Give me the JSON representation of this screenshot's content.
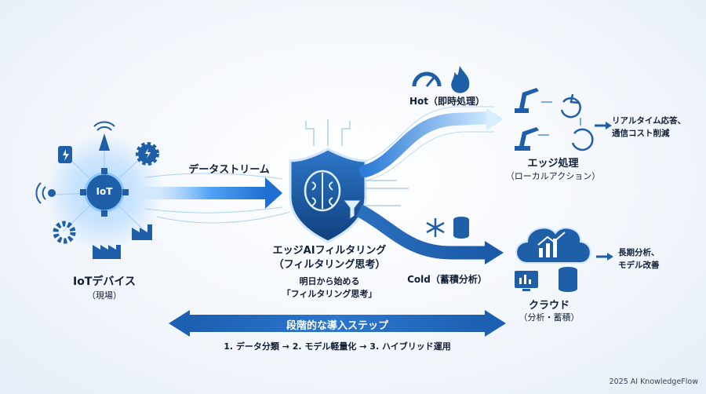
{
  "iot": {
    "hub_label": "IoT",
    "title": "IoTデバイス",
    "subtitle": "（現場）"
  },
  "stream": {
    "label": "データストリーム"
  },
  "filter": {
    "title_line1": "エッジAIフィルタリング",
    "title_line2": "（フィルタリング思考）",
    "note_line1": "明日から始める",
    "note_line2": "「フィルタリング思考」"
  },
  "hot": {
    "label": "Hot（即時処理）"
  },
  "cold": {
    "label": "Cold（蓄積分析）"
  },
  "edge": {
    "title": "エッジ処理",
    "subtitle": "（ローカルアクション）",
    "result_line1": "リアルタイム応答、",
    "result_line2": "通信コスト削減"
  },
  "cloud": {
    "title": "クラウド",
    "subtitle": "（分析・蓄積）",
    "result_line1": "長期分析、",
    "result_line2": "モデル改善"
  },
  "steps": {
    "title": "段階的な導入ステップ",
    "sequence": "1. データ分類 → 2. モデル軽量化 → 3. ハイブリッド運用"
  },
  "footer": {
    "credit": "2025 AI KnowledgeFlow"
  },
  "colors": {
    "primary": "#1f5fa8",
    "dark": "#16427a",
    "light": "#4da3ff",
    "glow": "#9fd0ff"
  }
}
